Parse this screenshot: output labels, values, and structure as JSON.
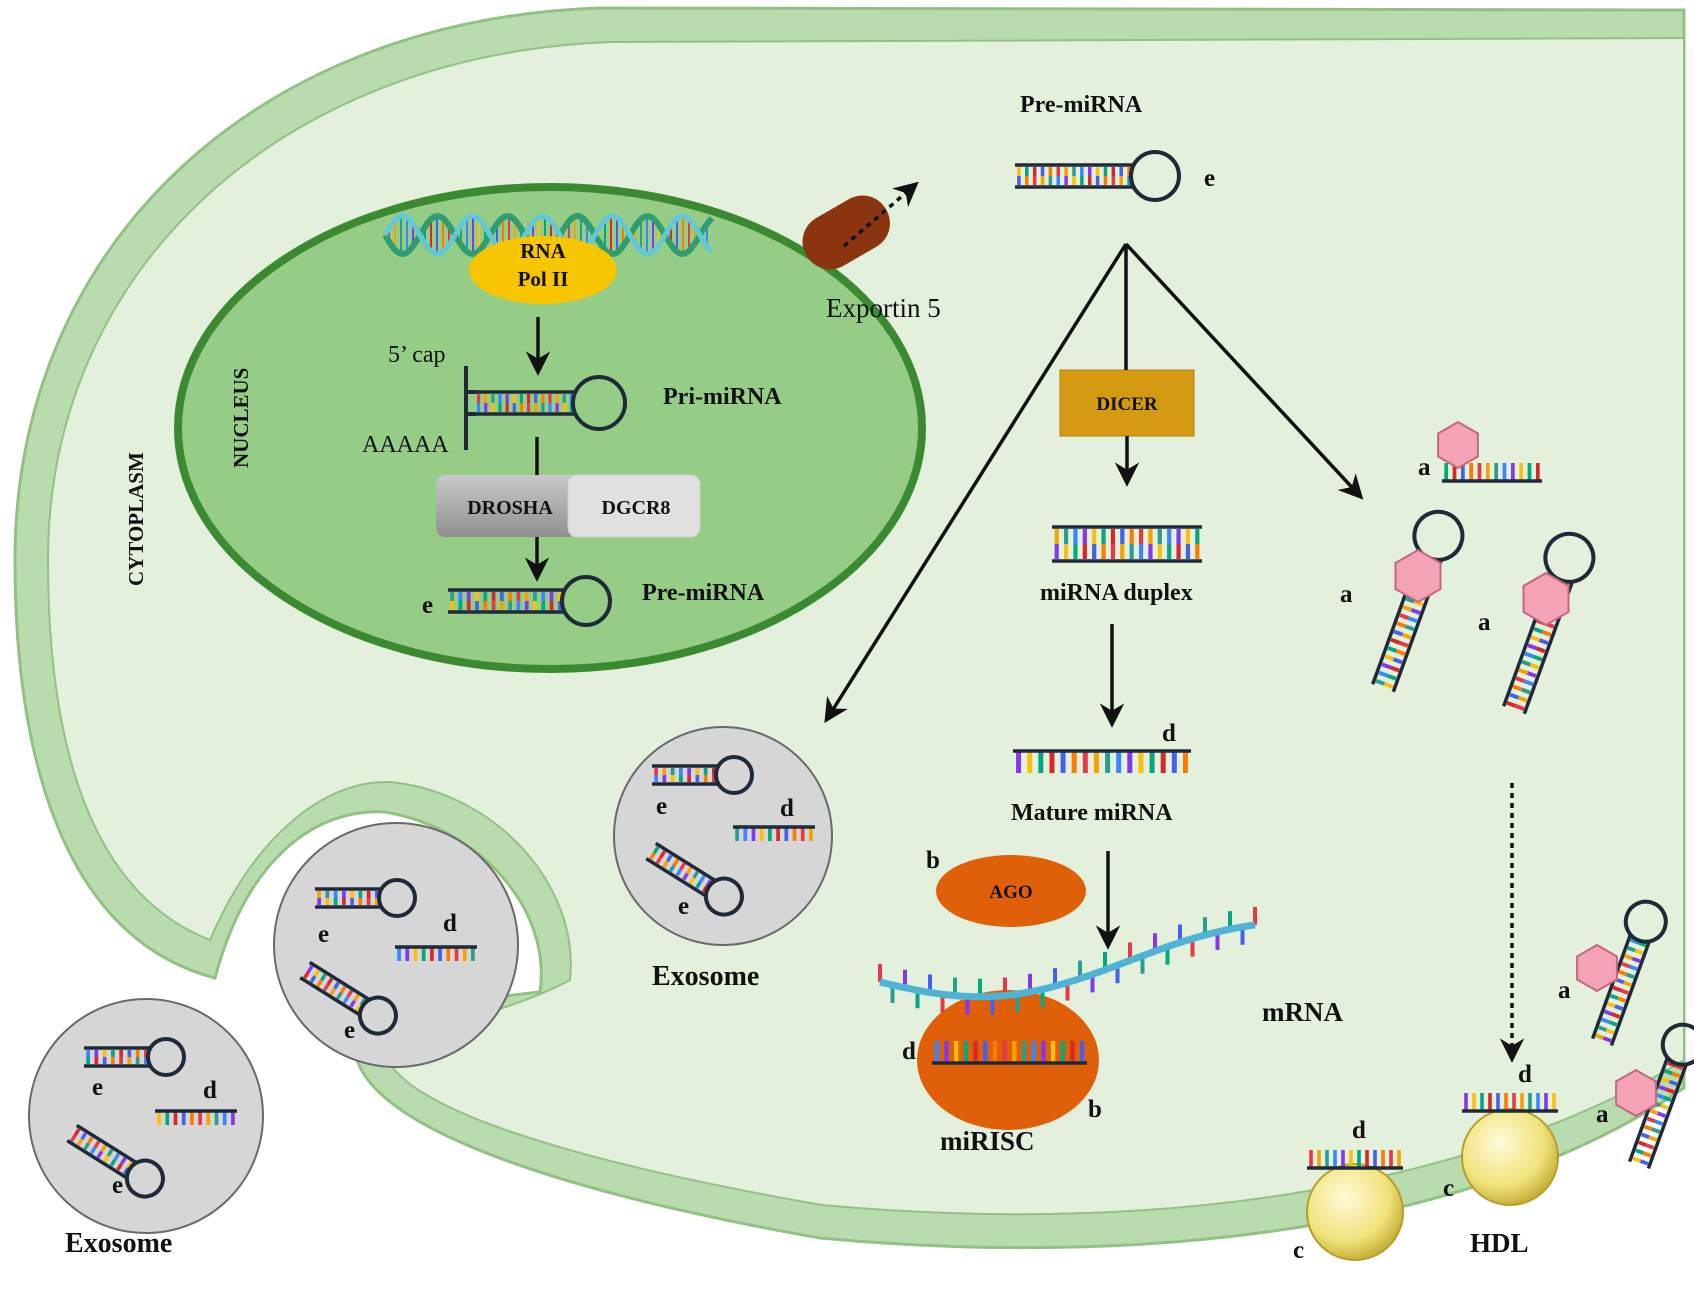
{
  "labels": {
    "cytoplasm": "CYTOPLASM",
    "nucleus": "NUCLEUS",
    "rna_pol": [
      "RNA",
      "Pol II"
    ],
    "cap": "5’ cap",
    "polya": "AAAAA",
    "pri_mirna": "Pri-miRNA",
    "drosha": "DROSHA",
    "dgcr8": "DGCR8",
    "pre_mirna_nucleus": "Pre-miRNA",
    "exportin": "Exportin 5",
    "pre_mirna_cyto": "Pre-miRNA",
    "dicer": "DICER",
    "mirna_duplex": "miRNA duplex",
    "mature_mirna": "Mature miRNA",
    "ago": "AGO",
    "mrna": "mRNA",
    "mirisc": "miRISC",
    "exosome_inner": "Exosome",
    "exosome_outer": "Exosome",
    "hdl": "HDL"
  },
  "letters": {
    "a": "a",
    "b": "b",
    "c": "c",
    "d": "d",
    "e": "e"
  },
  "colors": {
    "cell_outer": "#b9dcae",
    "cytoplasm_fill": "#e3f0dc",
    "nucleus_fill": "#96cd86",
    "nucleus_border": "#3b8a32",
    "rna_pol": "#f7c600",
    "exportin": "#8b3510",
    "dicer": "#d49a12",
    "ago": "#e0600a",
    "exosome": "#d6d6d6",
    "hdl": "#f0e27a",
    "protein_a": "#f4a3b6"
  }
}
